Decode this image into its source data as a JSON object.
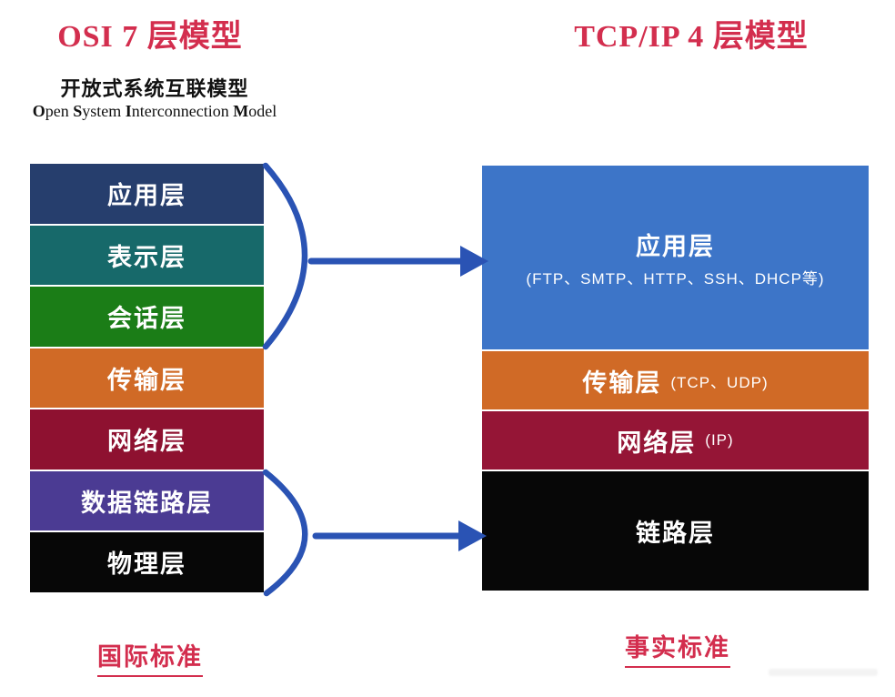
{
  "colors": {
    "accent_red": "#d32e4e",
    "arrow_blue": "#2a53b4",
    "background": "#ffffff"
  },
  "icons": {
    "group_brace": "right-bulging arc brace ) shape",
    "flow_arrow": "hand-drawn right arrow"
  },
  "osi": {
    "title": "OSI 7 层模型",
    "subtitle_cn": "开放式系统互联模型",
    "subtitle_en_parts": [
      "O",
      "pen ",
      "S",
      "ystem ",
      "I",
      "nterconnection ",
      "M",
      "odel"
    ],
    "layers": [
      {
        "label": "应用层",
        "color": "#263e6d"
      },
      {
        "label": "表示层",
        "color": "#17696a"
      },
      {
        "label": "会话层",
        "color": "#1b7d17"
      },
      {
        "label": "传输层",
        "color": "#d06a26"
      },
      {
        "label": "网络层",
        "color": "#8e1130"
      },
      {
        "label": "数据链路层",
        "color": "#4b3b93"
      },
      {
        "label": "物理层",
        "color": "#070707"
      }
    ],
    "footer": "国际标准"
  },
  "tcpip": {
    "title": "TCP/IP 4 层模型",
    "layers": [
      {
        "label": "应用层",
        "sub": "(FTP、SMTP、HTTP、SSH、DHCP等)",
        "color": "#3d75c8"
      },
      {
        "label": "传输层",
        "sub": "(TCP、UDP)",
        "color": "#d06a26"
      },
      {
        "label": "网络层",
        "sub": "(IP)",
        "color": "#951536"
      },
      {
        "label": "链路层",
        "sub": "",
        "color": "#070707"
      }
    ],
    "footer": "事实标准"
  }
}
